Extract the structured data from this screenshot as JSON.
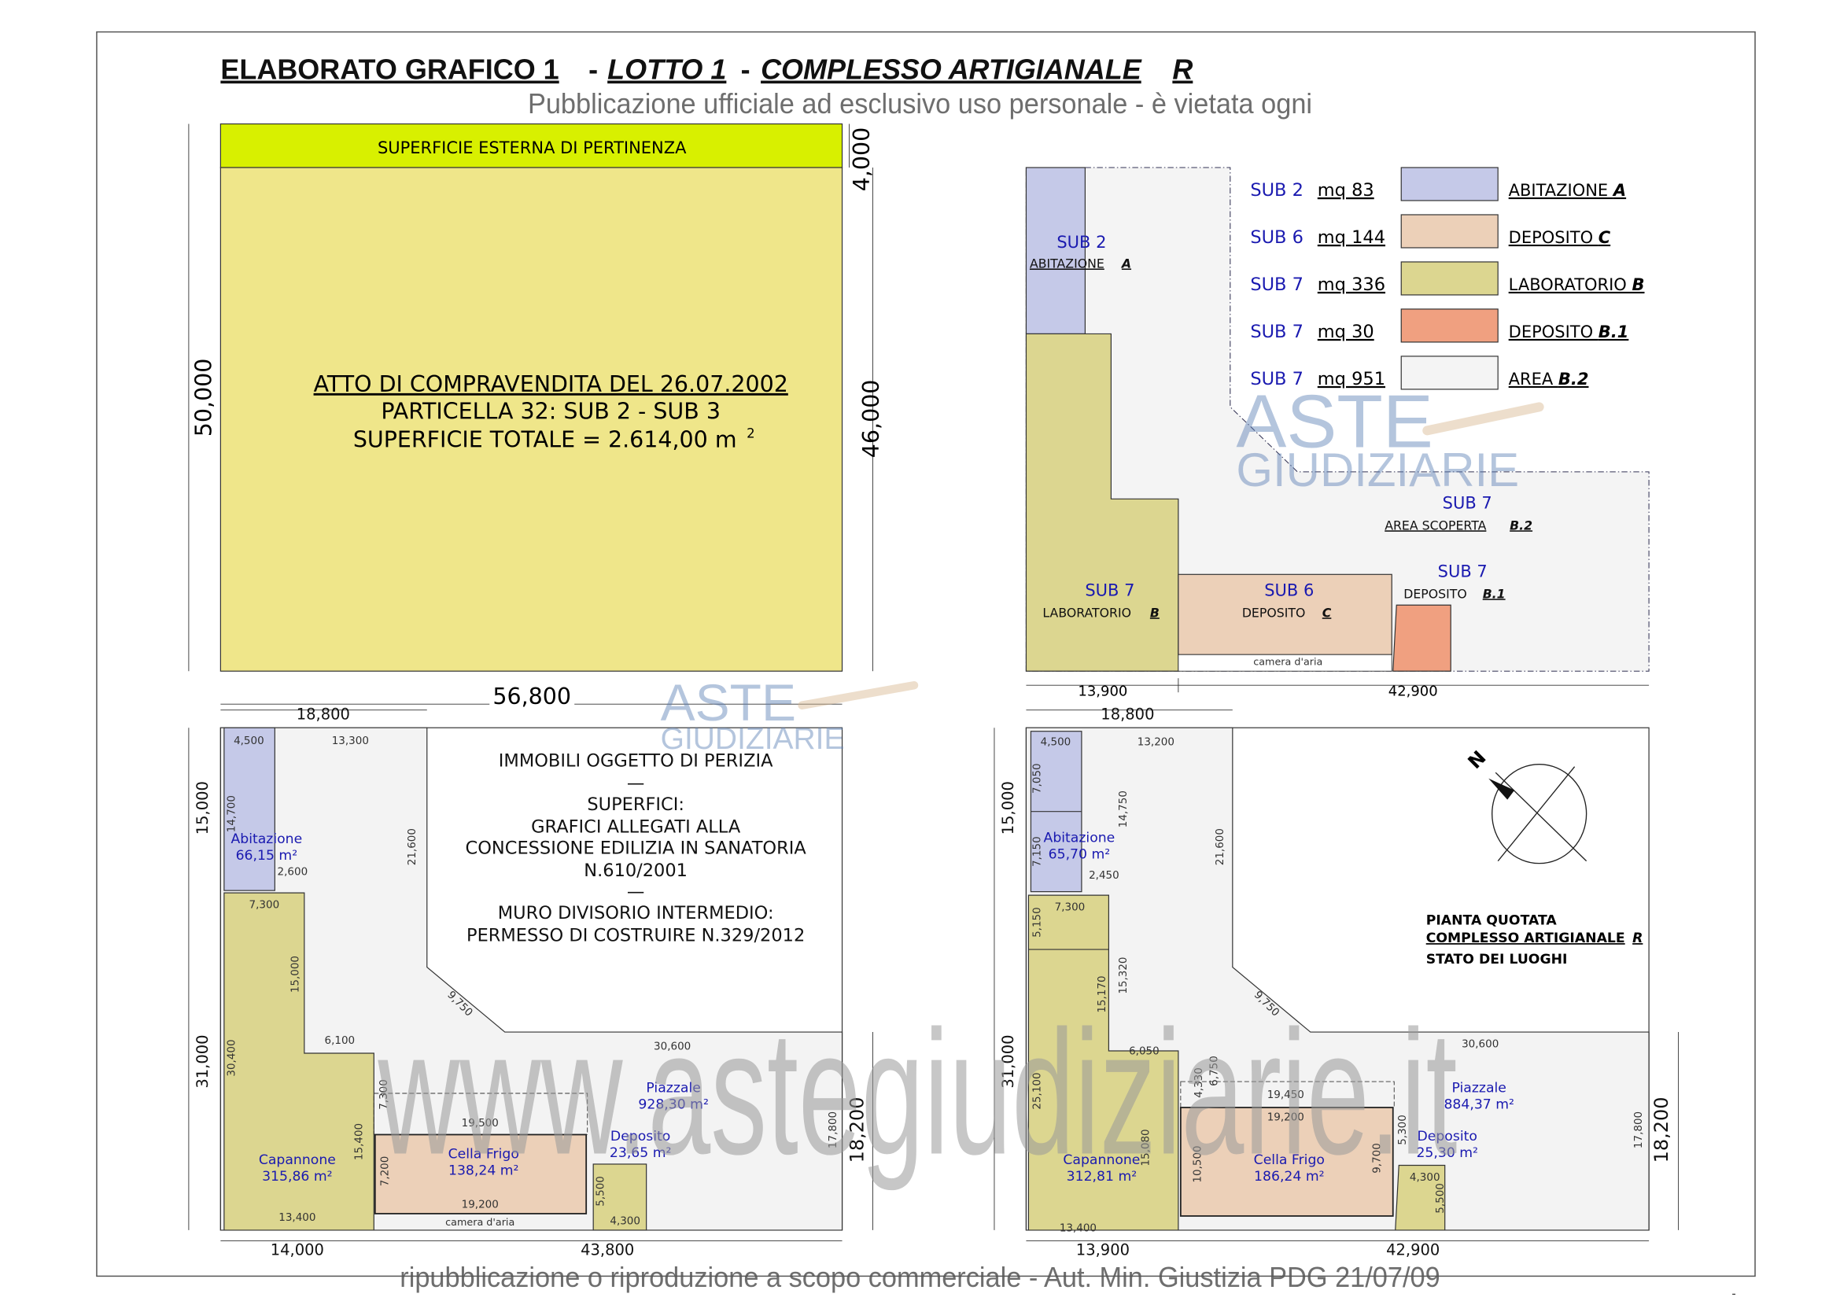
{
  "title": {
    "part1": "ELABORATO GRAFICO 1",
    "sep1": "-",
    "part2": "LOTTO 1",
    "sep2": "-",
    "part3": "COMPLESSO ARTIGIANALE",
    "part4": "R"
  },
  "top_left": {
    "strip_label": "SUPERFICIE ESTERNA DI PERTINENZA",
    "line1": "ATTO DI COMPRAVENDITA DEL 26.07.2002",
    "line2": "PARTICELLA 32: SUB 2 - SUB 3",
    "line3": "SUPERFICIE TOTALE = 2.614,00 m",
    "line3_sup": "2",
    "dims": {
      "d4000": "4,000",
      "d46000": "46,000",
      "d50000": "50,000",
      "d56800": "56,800"
    },
    "colors": {
      "strip": "#d8f000",
      "area": "#efe68a"
    }
  },
  "top_right": {
    "legend": [
      {
        "sub": "SUB 2",
        "mq": "mq 83",
        "name": "ABITAZIONE",
        "code": "A",
        "color": "#c5c9e8"
      },
      {
        "sub": "SUB 6",
        "mq": "mq 144",
        "name": "DEPOSITO",
        "code": "C",
        "color": "#ecd0b8"
      },
      {
        "sub": "SUB 7",
        "mq": "mq 336",
        "name": "LABORATORIO",
        "code": "B",
        "color": "#dcd690"
      },
      {
        "sub": "SUB 7",
        "mq": "mq 30",
        "name": "DEPOSITO",
        "code": "B.1",
        "color": "#f0a080"
      },
      {
        "sub": "SUB 7",
        "mq": "mq 951",
        "name": "AREA",
        "code": "B.2",
        "color": "#f4f4f4"
      }
    ],
    "labels": {
      "sub2": "SUB 2",
      "sub2_name": "ABITAZIONE",
      "sub2_code": "A",
      "sub7b": "SUB 7",
      "sub7b_name": "LABORATORIO",
      "sub7b_code": "B",
      "sub6": "SUB 6",
      "sub6_name": "DEPOSITO",
      "sub6_code": "C",
      "sub7b1": "SUB 7",
      "sub7b1_name": "DEPOSITO",
      "sub7b1_code": "B.1",
      "sub7b2": "SUB 7",
      "sub7b2_name": "AREA SCOPERTA",
      "sub7b2_code": "B.2",
      "camera": "camera d'aria"
    },
    "dims": [
      "13,900",
      "42,900"
    ]
  },
  "bottom_left": {
    "notes": [
      "IMMOBILI OGGETTO DI PERIZIA",
      "—",
      "SUPERFICI:",
      "GRAFICI ALLEGATI ALLA",
      "CONCESSIONE EDILIZIA IN SANATORIA",
      "N.610/2001",
      "—",
      "MURO DIVISORIO INTERMEDIO:",
      "PERMESSO DI COSTRUIRE N.329/2012"
    ],
    "rooms": [
      {
        "name": "Abitazione",
        "area": "66,15 m²"
      },
      {
        "name": "Capannone",
        "area": "315,86 m²"
      },
      {
        "name": "Cella Frigo",
        "area": "138,24 m²"
      },
      {
        "name": "Piazzale",
        "area": "928,30 m²"
      },
      {
        "name": "Deposito",
        "area": "23,65 m²"
      }
    ],
    "camera": "camera d'aria",
    "dims": [
      "18,800",
      "14,000",
      "43,800",
      "15,000",
      "31,000",
      "18,200",
      "4,500",
      "13,300",
      "14,700",
      "2,600",
      "21,600",
      "7,300",
      "15,000",
      "6,100",
      "30,400",
      "9,750",
      "30,600",
      "7,300",
      "19,500",
      "15,400",
      "7,200",
      "19,200",
      "13,400",
      "5,500",
      "4,300",
      "17,800"
    ]
  },
  "bottom_right": {
    "caption": [
      "PIANTA QUOTATA",
      "COMPLESSO ARTIGIANALE",
      "R",
      "STATO DEI LUOGHI"
    ],
    "compass": "N",
    "rooms": [
      {
        "name": "Abitazione",
        "area": "65,70 m²"
      },
      {
        "name": "Capannone",
        "area": "312,81 m²"
      },
      {
        "name": "Cella Frigo",
        "area": "186,24 m²"
      },
      {
        "name": "Piazzale",
        "area": "884,37 m²"
      },
      {
        "name": "Deposito",
        "area": "25,30 m²"
      }
    ],
    "dims": [
      "18,800",
      "13,900",
      "42,900",
      "15,000",
      "31,000",
      "18,200",
      "4,500",
      "13,200",
      "7,050",
      "14,750",
      "7,150",
      "21,600",
      "2,450",
      "7,300",
      "5,150",
      "15,170",
      "15,320",
      "6,050",
      "9,750",
      "30,600",
      "25,100",
      "4,330",
      "6,750",
      "19,450",
      "19,200",
      "15,080",
      "10,500",
      "9,700",
      "5,300",
      "4,300",
      "5,500",
      "17,800",
      "13,400"
    ]
  },
  "watermark": {
    "logo_top": "ASTE",
    "logo_bottom": "GIUDIZIARIE",
    "site": "www.astegiudiziarie.it",
    "notice1": "Pubblicazione ufficiale ad esclusivo uso personale - è vietata ogni",
    "notice2": "ripubblicazione o riproduzione a scopo commerciale - Aut. Min. Giustizia PDG 21/07/09"
  },
  "footer_mark": "-"
}
